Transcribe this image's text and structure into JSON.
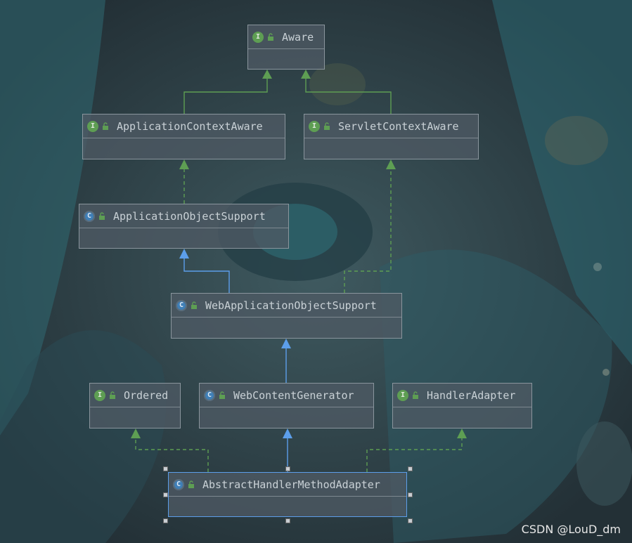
{
  "diagram": {
    "nodes": [
      {
        "id": "aware",
        "label": "Aware",
        "kind": "interface",
        "badge": "I"
      },
      {
        "id": "app_ctx_aware",
        "label": "ApplicationContextAware",
        "kind": "interface",
        "badge": "I"
      },
      {
        "id": "servlet_ctx_aware",
        "label": "ServletContextAware",
        "kind": "interface",
        "badge": "I"
      },
      {
        "id": "app_obj_support",
        "label": "ApplicationObjectSupport",
        "kind": "class",
        "badge": "C"
      },
      {
        "id": "web_app_obj_support",
        "label": "WebApplicationObjectSupport",
        "kind": "class",
        "badge": "C"
      },
      {
        "id": "ordered",
        "label": "Ordered",
        "kind": "interface",
        "badge": "I"
      },
      {
        "id": "web_content_gen",
        "label": "WebContentGenerator",
        "kind": "class",
        "badge": "C"
      },
      {
        "id": "handler_adapter",
        "label": "HandlerAdapter",
        "kind": "interface",
        "badge": "I"
      },
      {
        "id": "abstract_hma",
        "label": "AbstractHandlerMethodAdapter",
        "kind": "class",
        "badge": "C",
        "selected": true
      }
    ],
    "edges": [
      {
        "from": "app_ctx_aware",
        "to": "aware",
        "type": "extends-interface"
      },
      {
        "from": "servlet_ctx_aware",
        "to": "aware",
        "type": "extends-interface"
      },
      {
        "from": "app_obj_support",
        "to": "app_ctx_aware",
        "type": "implements"
      },
      {
        "from": "web_app_obj_support",
        "to": "app_obj_support",
        "type": "extends"
      },
      {
        "from": "web_app_obj_support",
        "to": "servlet_ctx_aware",
        "type": "implements"
      },
      {
        "from": "web_content_gen",
        "to": "web_app_obj_support",
        "type": "extends"
      },
      {
        "from": "abstract_hma",
        "to": "ordered",
        "type": "implements"
      },
      {
        "from": "abstract_hma",
        "to": "web_content_gen",
        "type": "extends"
      },
      {
        "from": "abstract_hma",
        "to": "handler_adapter",
        "type": "implements"
      }
    ],
    "colors": {
      "interface_edge": "#5e9e53",
      "class_edge": "#5c9eea",
      "selected_border": "#5c9eea"
    }
  },
  "watermark": "CSDN @LouD_dm"
}
